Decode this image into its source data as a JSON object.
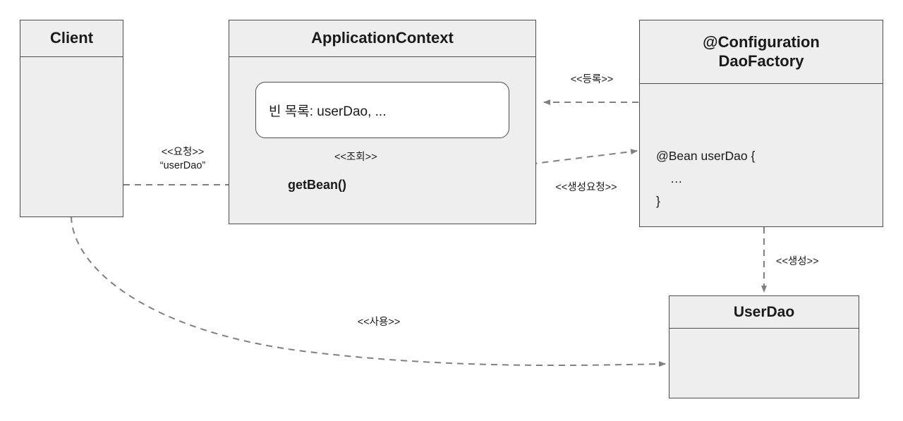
{
  "diagram": {
    "title": "Spring ApplicationContext bean lookup flow",
    "colors": {
      "box_fill": "#eeeeee",
      "box_stroke": "#4d4d4d",
      "inner_fill": "#ffffff",
      "arrow_stroke": "#808080",
      "text": "#1a1a1a"
    },
    "nodes": {
      "client": {
        "title": "Client"
      },
      "app_context": {
        "title": "ApplicationContext",
        "bean_list": "빈 목록: userDao, ...",
        "method": "getBean()"
      },
      "dao_factory": {
        "title_line1": "@Configuration",
        "title_line2": "DaoFactory",
        "code_line1": "@Bean userDao {",
        "code_line2": "…",
        "code_line3": "}"
      },
      "user_dao": {
        "title": "UserDao"
      }
    },
    "edges": [
      {
        "name": "request",
        "label_line1": "<<요청>>",
        "label_line2": "“userDao”",
        "from": "client",
        "to": "app_context"
      },
      {
        "name": "lookup",
        "label_line1": "<<조회>>",
        "from": "app_context_getbean",
        "to": "bean_list"
      },
      {
        "name": "register",
        "label_line1": "<<등록>>",
        "from": "dao_factory",
        "to": "app_context"
      },
      {
        "name": "create-request",
        "label_line1": "<<생성요청>>",
        "from": "app_context_getbean",
        "to": "dao_factory"
      },
      {
        "name": "create",
        "label_line1": "<<생성>>",
        "from": "dao_factory",
        "to": "user_dao"
      },
      {
        "name": "use",
        "label_line1": "<<사용>>",
        "from": "client",
        "to": "user_dao"
      }
    ]
  }
}
